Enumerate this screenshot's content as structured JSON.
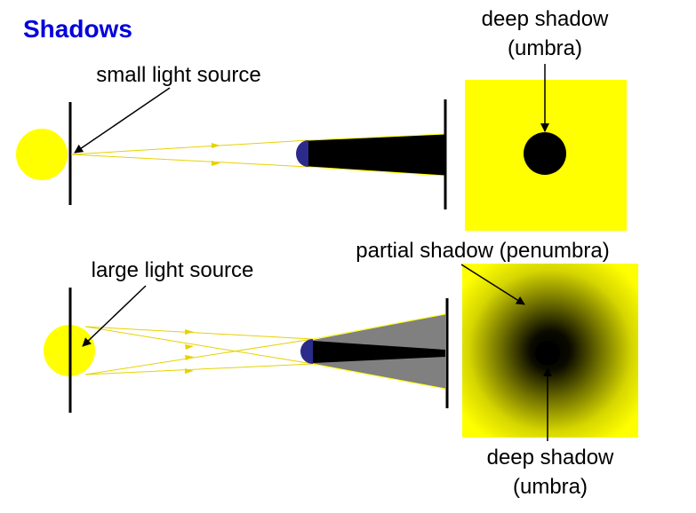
{
  "title": "Shadows",
  "labels": {
    "small_source": "small light source",
    "large_source": "large light source",
    "umbra_top_line1": "deep shadow",
    "umbra_top_line2": "(umbra)",
    "penumbra": "partial shadow (penumbra)",
    "umbra_bottom_line1": "deep shadow",
    "umbra_bottom_line2": "(umbra)"
  },
  "colors": {
    "title": "#0000dd",
    "light": "#ffff00",
    "ray": "#e6d200",
    "object": "#2b2b8c",
    "umbra": "#000000",
    "penumbra": "#808080",
    "screen_yellow": "#ffff00"
  }
}
